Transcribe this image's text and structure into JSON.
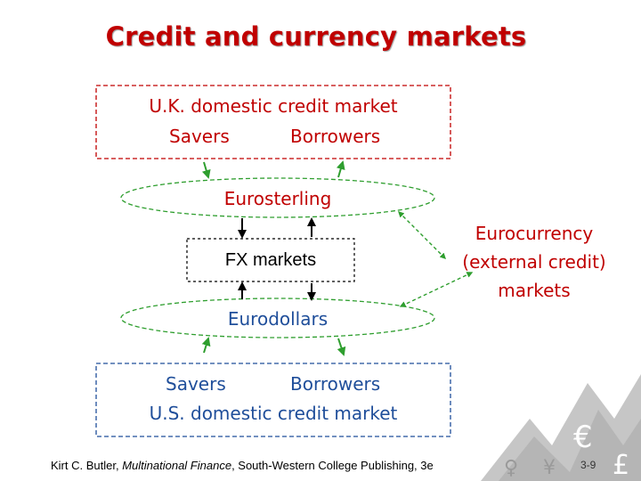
{
  "title": "Credit and currency markets",
  "uk_market": {
    "name": "U.K. domestic credit market",
    "savers": "Savers",
    "borrowers": "Borrowers"
  },
  "eurosterling": "Eurosterling",
  "fx_markets": "FX markets",
  "eurodollars": "Eurodollars",
  "us_market": {
    "name": "U.S. domestic credit market",
    "savers": "Savers",
    "borrowers": "Borrowers"
  },
  "eurocurrency": {
    "line1": "Eurocurrency",
    "line2": "(external credit)",
    "line3": "markets"
  },
  "footer": {
    "author": "Kirt C. Butler, ",
    "book": "Multinational Finance",
    "rest": ", South-Western College Publishing, 3e"
  },
  "page_number": "3-9",
  "colors": {
    "title": "#c00000",
    "uk_box": "#c00000",
    "us_box": "#1f4e9a",
    "euro_ellipse": "#2e9e2e",
    "fx_box": "#000000"
  }
}
